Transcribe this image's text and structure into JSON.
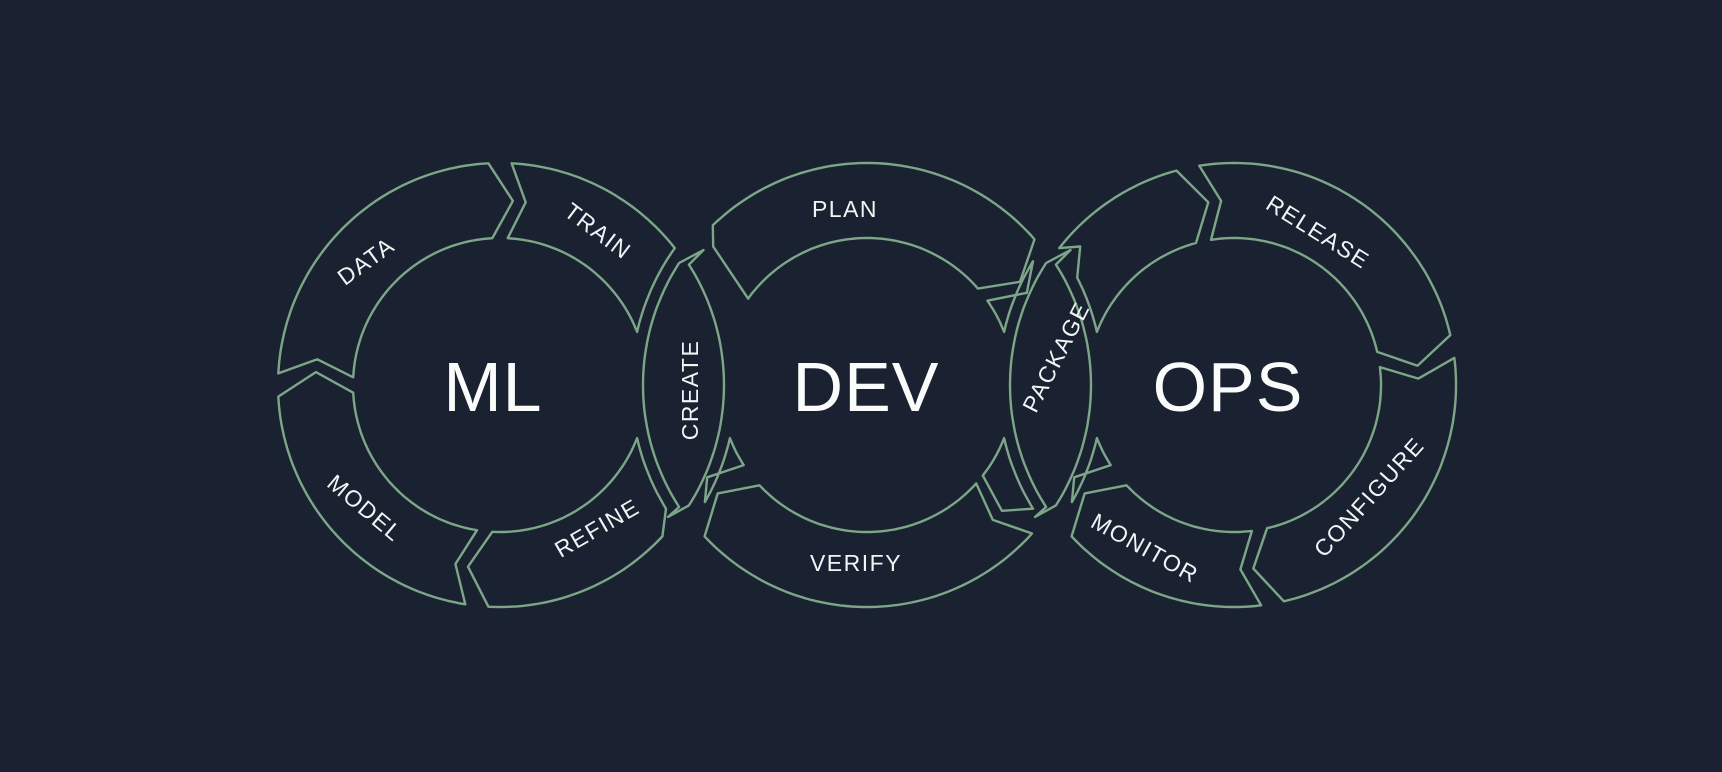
{
  "diagram": {
    "type": "mlops-lifecycle-cycle-diagram",
    "background_color": "#1a2231",
    "outline_color": "#7da689",
    "text_color": "#f2f5f5"
  },
  "rings": [
    {
      "id": "ml",
      "center_label": "ML",
      "segments": [
        "DATA",
        "TRAIN",
        "REFINE",
        "MODEL"
      ]
    },
    {
      "id": "dev",
      "center_label": "DEV",
      "segments": [
        "PLAN",
        "VERIFY"
      ]
    },
    {
      "id": "ops",
      "center_label": "OPS",
      "segments": [
        "RELEASE",
        "CONFIGURE",
        "MONITOR"
      ]
    }
  ],
  "shared_segments": [
    {
      "label": "CREATE",
      "between": [
        "ML",
        "DEV"
      ]
    },
    {
      "label": "PACKAGE",
      "between": [
        "DEV",
        "OPS"
      ]
    }
  ],
  "labels": {
    "ml": "ML",
    "dev": "DEV",
    "ops": "OPS",
    "data": "DATA",
    "train": "TRAIN",
    "refine": "REFINE",
    "model": "MODEL",
    "plan": "PLAN",
    "verify": "VERIFY",
    "create": "CREATE",
    "package": "PACKAGE",
    "release": "RELEASE",
    "configure": "CONFIGURE",
    "monitor": "MONITOR"
  }
}
